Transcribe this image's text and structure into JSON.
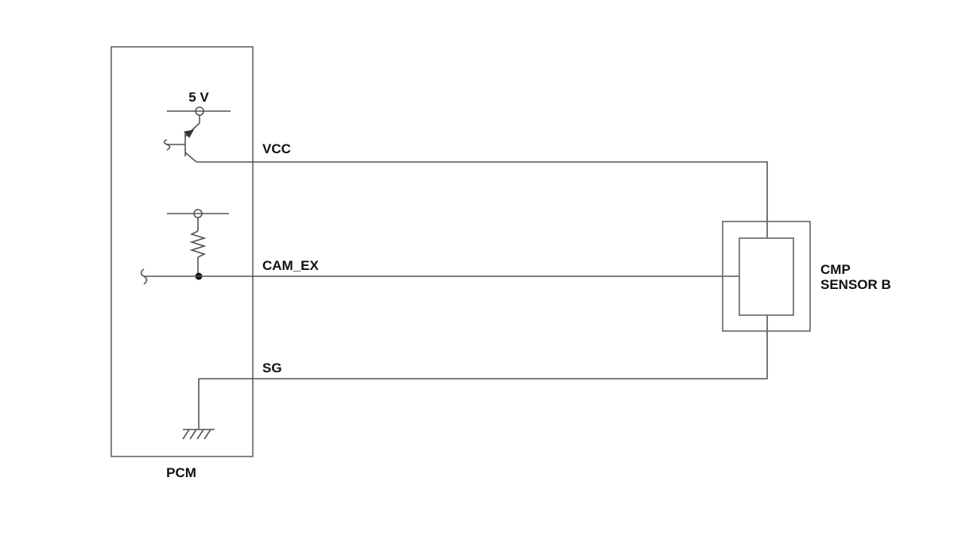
{
  "labels": {
    "supply_voltage": "5 V",
    "vcc": "VCC",
    "cam_ex": "CAM_EX",
    "sg": "SG",
    "pcm": "PCM",
    "sensor_line1": "CMP",
    "sensor_line2": "SENSOR B"
  },
  "colors": {
    "line": "#555555",
    "text": "#111111",
    "background": "#ffffff"
  }
}
